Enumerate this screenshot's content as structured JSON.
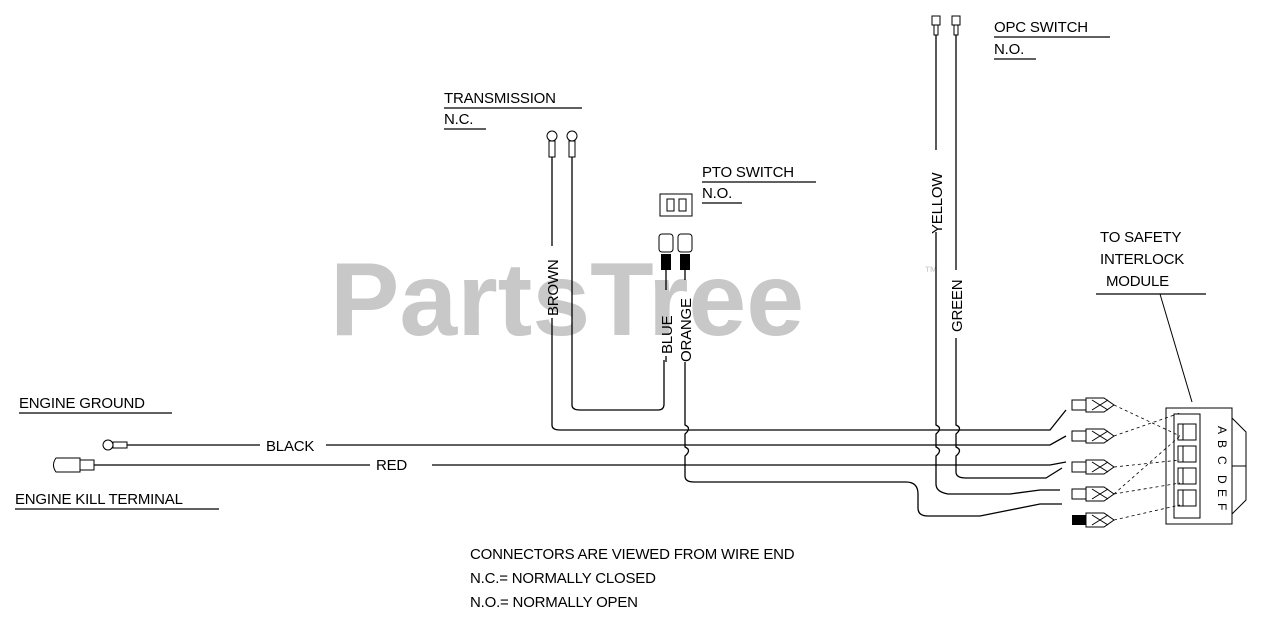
{
  "watermark": {
    "text": "PartsTree",
    "trademark": "™"
  },
  "components": {
    "opc_switch": {
      "line1": "OPC SWITCH",
      "line2": "N.O."
    },
    "transmission": {
      "line1": "TRANSMISSION",
      "line2": "N.C."
    },
    "pto_switch": {
      "line1": "PTO SWITCH",
      "line2": "N.O."
    },
    "safety_module": {
      "line1": "TO SAFETY",
      "line2": "INTERLOCK",
      "line3": "MODULE"
    },
    "engine_ground": "ENGINE GROUND",
    "engine_kill": "ENGINE KILL TERMINAL"
  },
  "wires": {
    "brown": "BROWN",
    "blue": "BLUE",
    "orange": "ORANGE",
    "yellow": "YELLOW",
    "green": "GREEN",
    "black": "BLACK",
    "red": "RED"
  },
  "module_pins": [
    "A",
    "B",
    "C",
    "D",
    "E",
    "F"
  ],
  "notes": [
    "CONNECTORS ARE VIEWED FROM WIRE END",
    "N.C.= NORMALLY CLOSED",
    "N.O.= NORMALLY OPEN"
  ]
}
